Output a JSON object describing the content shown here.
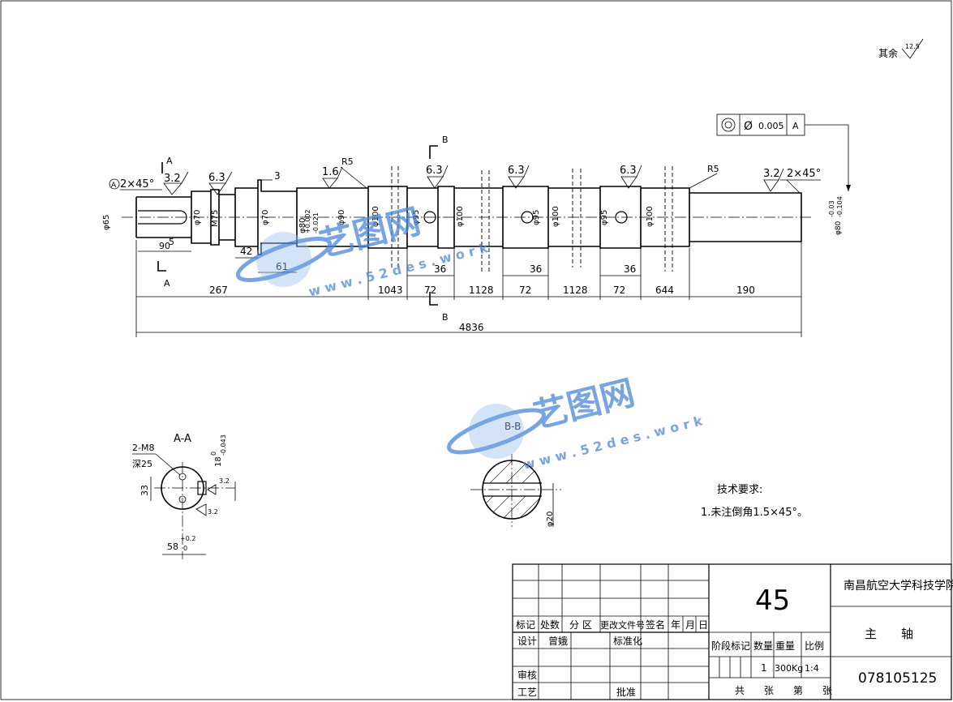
{
  "roughness_note": {
    "label": "其余",
    "value": "12.5"
  },
  "tolerance_frame": {
    "symbol": "◎",
    "diameter_symbol": "Ø",
    "value": "0.005",
    "datum": "A"
  },
  "roughness_values": [
    "6.3",
    "1.6",
    "3.2",
    "6.3",
    "6.3",
    "6.3",
    "3.2"
  ],
  "chamfer_left": "2×45°",
  "chamfer_left_prefix": "A",
  "chamfer_right": "2×45°",
  "radius_labels": [
    "R5",
    "R5"
  ],
  "section_labels": {
    "a_top": "A",
    "a_bottom": "A",
    "b_top": "B",
    "b_bottom": "B"
  },
  "diameter_labels": [
    "φ65",
    "φ70",
    "M75",
    "φ70",
    "φ80",
    "φ90",
    "φ100",
    "φ95",
    "φ100",
    "φ95",
    "φ100",
    "φ95",
    "φ100"
  ],
  "tol_labels": {
    "d80_upper": "+0.002",
    "d80_lower": "-0.021",
    "end_prefix": "φ80",
    "end_upper": "-0.03",
    "end_lower": "-0.104"
  },
  "dimensions": {
    "d3": "3",
    "d5": "5",
    "d90": "90",
    "d42": "42",
    "d61": "61",
    "d267": "267",
    "d36a": "36",
    "d36b": "36",
    "d36c": "36",
    "d1043": "1043",
    "d72a": "72",
    "d1128a": "1128",
    "d72b": "72",
    "d1128b": "1128",
    "d72c": "72",
    "d644": "644",
    "d190": "190",
    "total": "4836"
  },
  "section_aa": {
    "title": "A-A",
    "thread": "2-M8",
    "depth": "深25",
    "w33": "33",
    "w58": "58",
    "tol58": "+0.2",
    "tol58b": "0",
    "key18": "18",
    "key18_upper": "0",
    "key18_lower": "-0.043",
    "r32": "3.2",
    "r32b": "3.2"
  },
  "section_bb": {
    "title": "B-B",
    "diam": "φ20"
  },
  "tech_req": {
    "title": "技术要求:",
    "item1": "1.未注倒角1.5×45°。"
  },
  "title_block": {
    "material": "45",
    "school": "南昌航空大学科技学院",
    "part_name": "主　　轴",
    "drawing_no": "078105125",
    "h_mark": "标记",
    "h_count": "处数",
    "h_zone": "分  区",
    "h_doc": "更改文件号",
    "h_sign": "签名",
    "h_year": "年",
    "h_month": "月",
    "h_day": "日",
    "design": "设计",
    "design_name": "曾娥",
    "standard": "标准化",
    "check": "审核",
    "process": "工艺",
    "approve": "批准",
    "stage": "阶段标记",
    "qty_label": "数量",
    "weight_label": "重量",
    "scale_label": "比例",
    "qty": "1",
    "weight": "300Kg",
    "scale": "1:4",
    "sheets": "共　　张　　第　　张"
  },
  "watermark": {
    "brand": "艺图网",
    "url": "w w w . 5 2 d e s . w o r k"
  }
}
